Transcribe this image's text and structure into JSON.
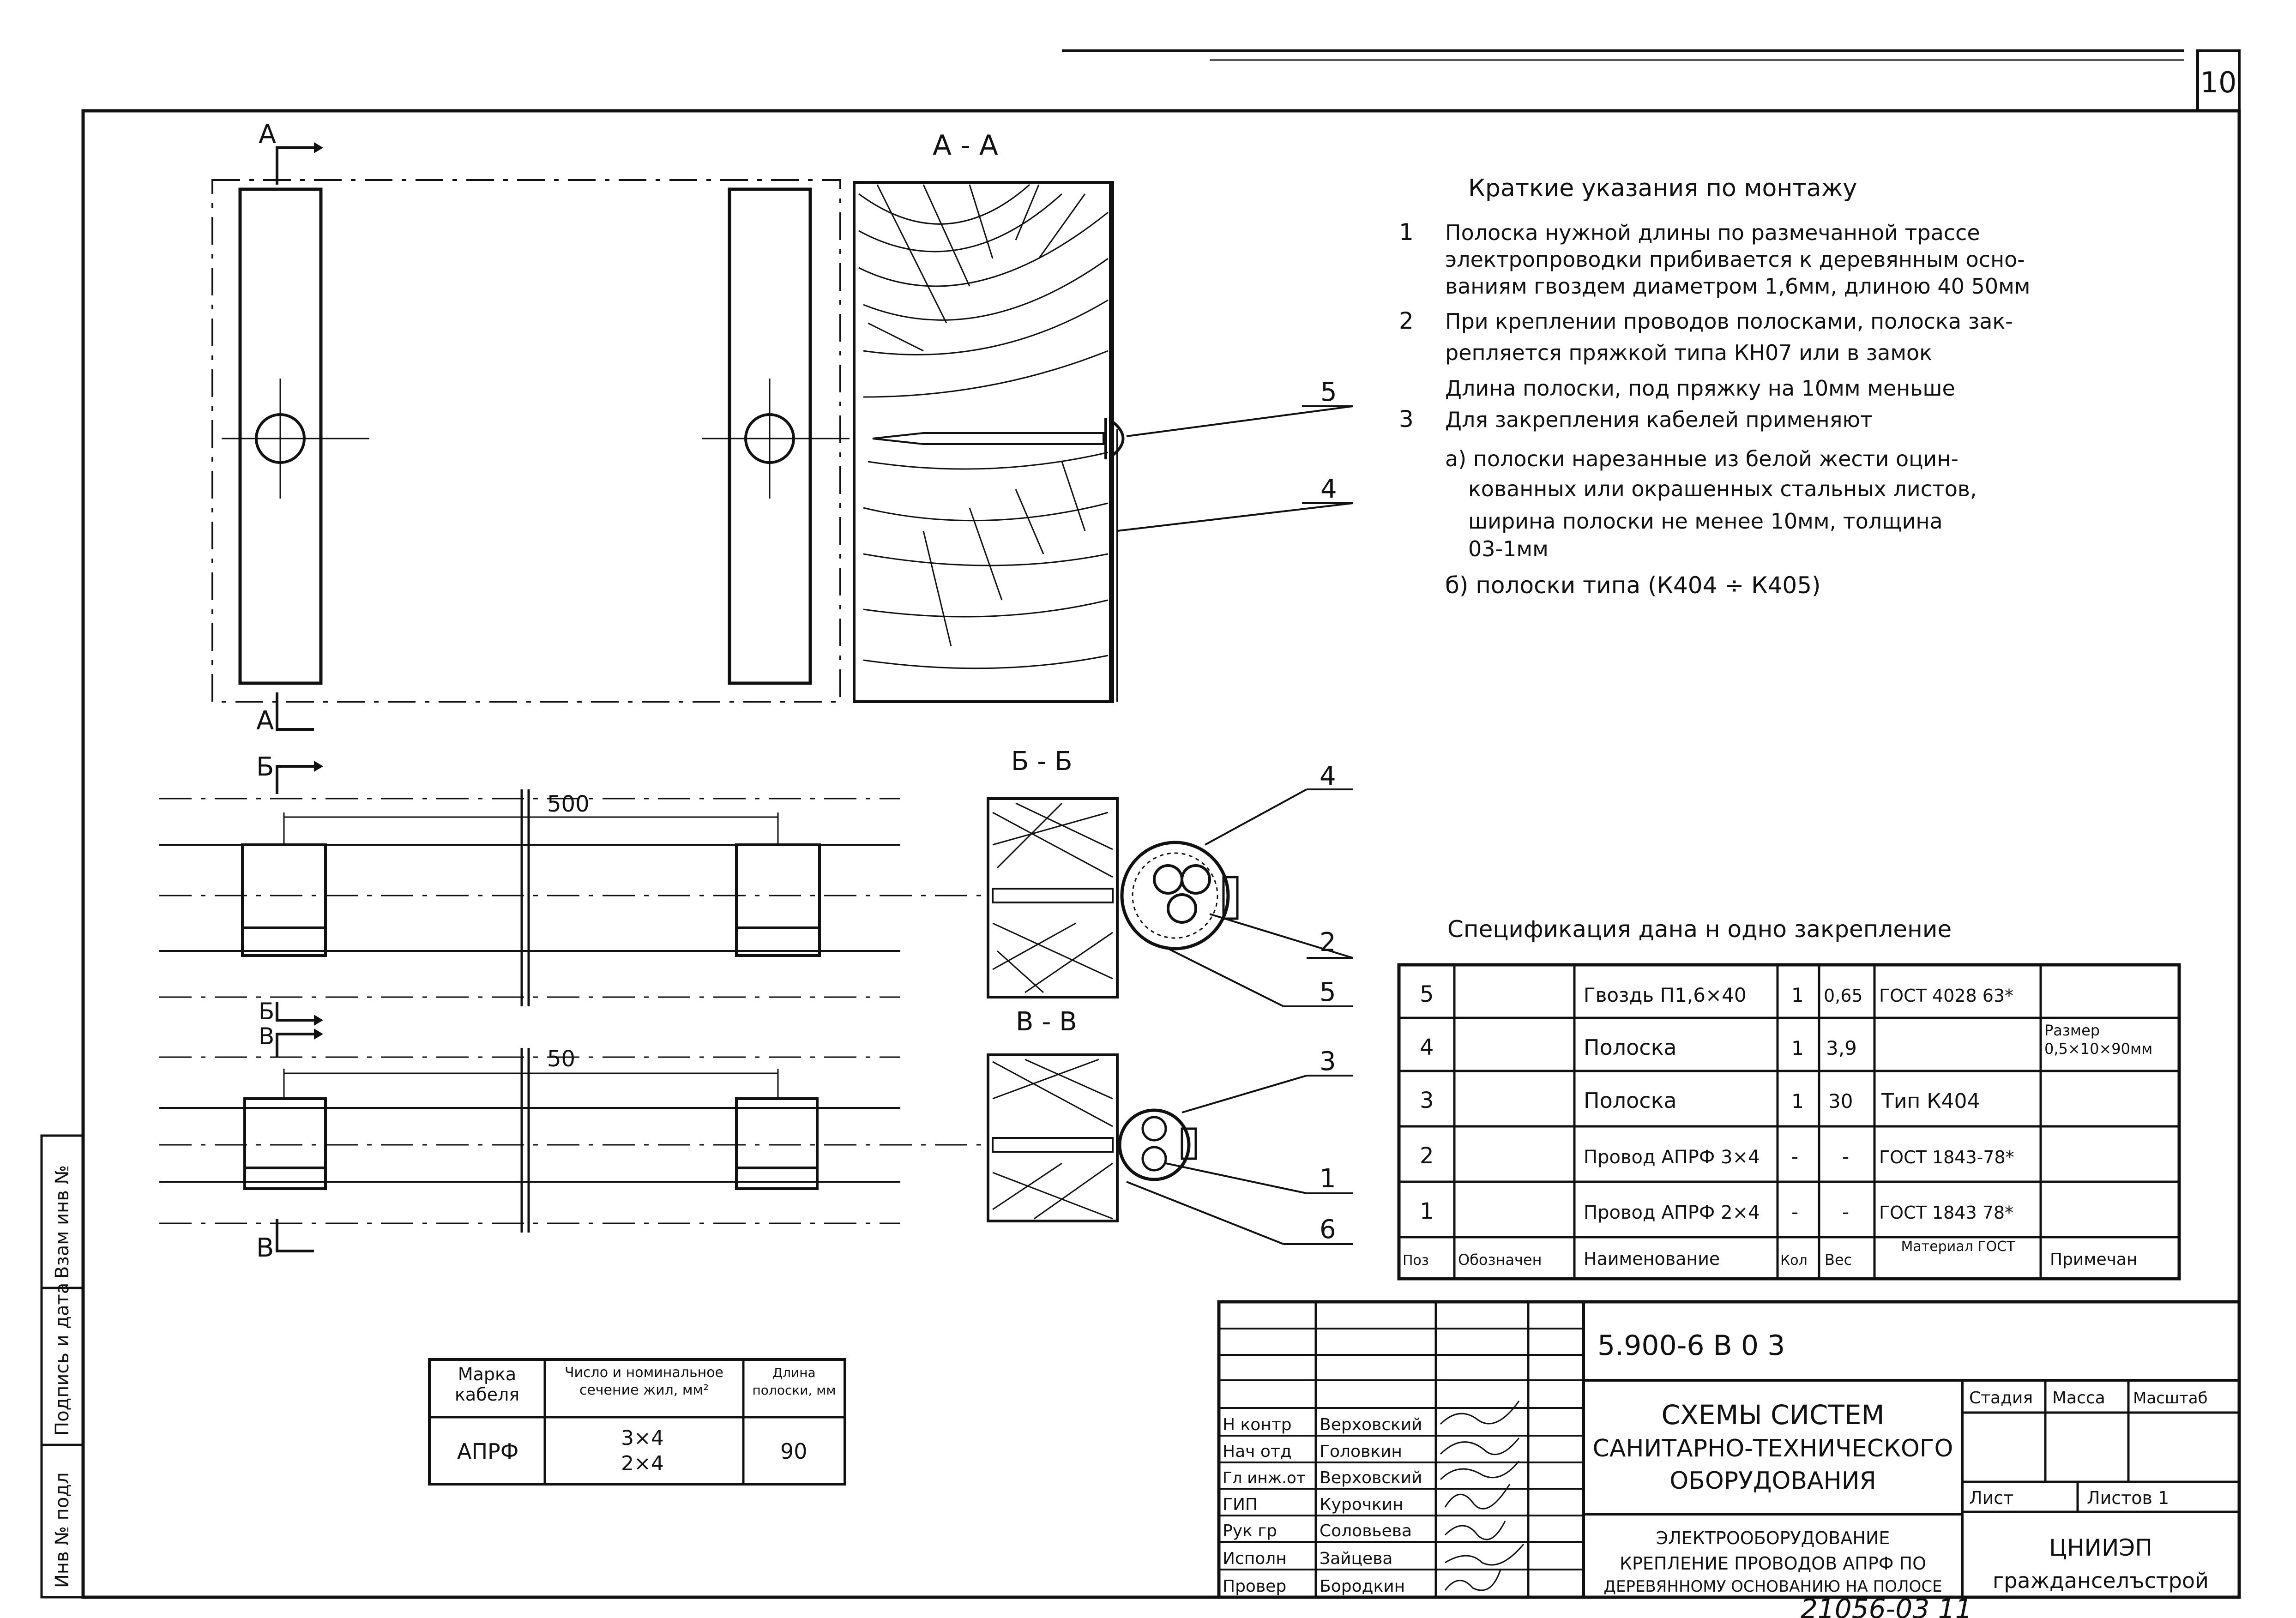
{
  "sheet_number": "10",
  "views": {
    "aa_marker_top": "A",
    "aa_marker_bottom": "A",
    "aa_title": "А - А",
    "bb_marker_top": "Б",
    "bb_marker_bottom": "Б",
    "bb_title": "Б - Б",
    "vv_marker_top": "В",
    "vv_marker_bottom": "В",
    "vv_title": "В - В",
    "dim_500": "500",
    "dim_50": "50"
  },
  "callouts": [
    "5",
    "4",
    "4",
    "2",
    "5",
    "3",
    "1",
    "6"
  ],
  "instructions": {
    "title": "Краткие указания по монтажу",
    "lines": [
      {
        "num": "1",
        "text": "Полоска нужной длины по размечанной трассе"
      },
      {
        "num": "",
        "text": "электропроводки прибивается к деревянным осно-"
      },
      {
        "num": "",
        "text": "ваниям гвоздем диаметром 1,6мм, длиною 40 50мм"
      },
      {
        "num": "2",
        "text": "При креплении проводов полосками, полоска зак-"
      },
      {
        "num": "",
        "text": "репляется пряжкой типа КН07 или в замок"
      },
      {
        "num": "",
        "text": "Длина полоски, под пряжку на 10мм меньше"
      },
      {
        "num": "3",
        "text": "Для закрепления кабелей применяют"
      },
      {
        "num": "",
        "text": "а) полоски нарезанные из белой жести оцин-"
      },
      {
        "num": "",
        "text": "кованных или окрашенных стальных листов,"
      },
      {
        "num": "",
        "text": "ширина полоски не менее 10мм, толщина"
      },
      {
        "num": "",
        "text": "03-1мм"
      },
      {
        "num": "",
        "text": "б) полоски типа (К404 ÷ К405)"
      }
    ]
  },
  "spec": {
    "title": "Спецификация дана н одно закрепление",
    "rows": [
      [
        "5",
        "",
        "Гвоздь П1,6×40",
        "1",
        "0,65",
        "ГОСТ 4028 63*",
        ""
      ],
      [
        "4",
        "",
        "Полоска",
        "1",
        "3,9",
        "",
        "Размер 0,5×10×90мм"
      ],
      [
        "3",
        "",
        "Полоска",
        "1",
        "30",
        "Тип К404",
        ""
      ],
      [
        "2",
        "",
        "Провод АПРФ 3×4",
        "-",
        "-",
        "ГОСТ 1843-78*",
        ""
      ],
      [
        "1",
        "",
        "Провод АПРФ 2×4",
        "-",
        "-",
        "ГОСТ 1843 78*",
        ""
      ]
    ],
    "header": [
      "Поз",
      "Обозначен",
      "Наименование",
      "Кол",
      "Вес",
      "Материал ГОСТ",
      "Примечан"
    ]
  },
  "cable_table": {
    "headers": [
      "Марка кабеля",
      "Число и номинальное сечение жил, мм²",
      "Длина полоски, мм"
    ],
    "row": [
      "АПРФ",
      "3×4",
      "2×4",
      "90"
    ]
  },
  "side_stamp": [
    "Инв № подл",
    "Подпись и дата",
    "Взам инв №"
  ],
  "title_block": {
    "code": "5.900-6   В 0 3",
    "title_lines": [
      "СХЕМЫ СИСТЕМ",
      "САНИТАРНО-ТЕХНИЧЕСКОГО",
      "ОБОРУДОВАНИЯ"
    ],
    "subtitle_lines": [
      "ЭЛЕКТРООБОРУДОВАНИЕ",
      "КРЕПЛЕНИЕ ПРОВОДОВ АПРФ ПО",
      "ДЕРЕВЯННОМУ ОСНОВАНИЮ НА ПОЛОСЕ"
    ],
    "stage_label": "Стадия",
    "mass_label": "Масса",
    "scale_label": "Масштаб",
    "sheet_label": "Лист",
    "sheets_label": "Листов 1",
    "org_lines": [
      "ЦНИИЭП",
      "гражданселъстрой"
    ],
    "signers": [
      {
        "role": "Н контр",
        "name": "Верховский"
      },
      {
        "role": "Нач отд",
        "name": "Головкин"
      },
      {
        "role": "Гл инж.от",
        "name": "Верховский"
      },
      {
        "role": "ГИП",
        "name": "Курочкин"
      },
      {
        "role": "Рук гр",
        "name": "Соловьева"
      },
      {
        "role": "Исполн",
        "name": "Зайцева"
      },
      {
        "role": "Провер",
        "name": "Бородкин"
      }
    ]
  },
  "bottom_note": "21056-03  11"
}
